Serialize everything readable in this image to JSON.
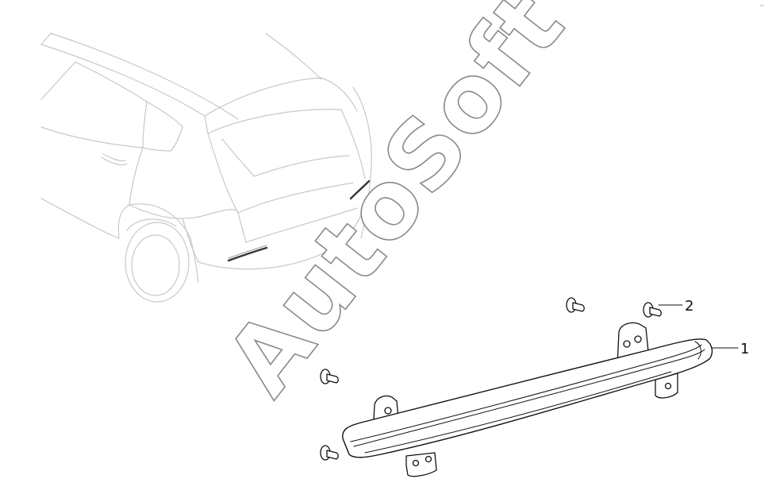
{
  "watermark": {
    "text": "AutoSoft"
  },
  "callouts": [
    {
      "label": "1"
    },
    {
      "label": "2"
    }
  ],
  "corner_mark": "ᵃᵃ",
  "colors": {
    "linework": "#111111",
    "vehicle_outline": "#c8c8c8",
    "watermark_stroke": "#8a8a8a"
  }
}
